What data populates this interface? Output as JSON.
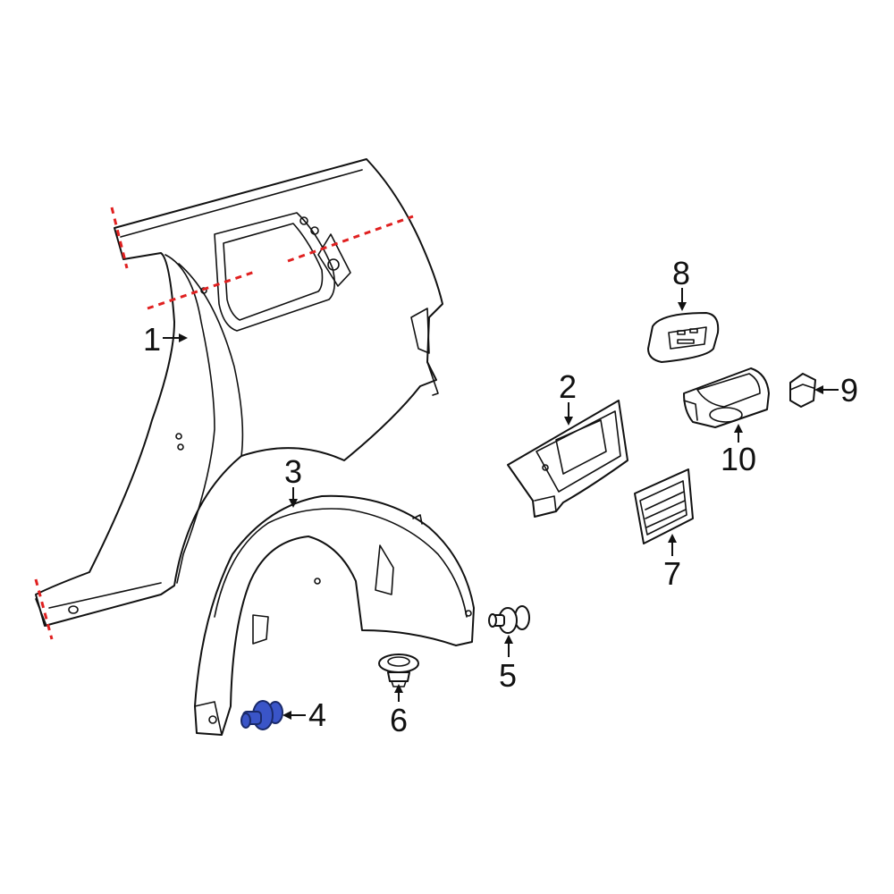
{
  "callouts": {
    "c1": "1",
    "c2": "2",
    "c3": "3",
    "c4": "4",
    "c5": "5",
    "c6": "6",
    "c7": "7",
    "c8": "8",
    "c9": "9",
    "c10": "10"
  },
  "colors": {
    "outline": "#111111",
    "cut_line": "#e02020",
    "highlight": "#3a55c8"
  },
  "highlighted_part": "4"
}
